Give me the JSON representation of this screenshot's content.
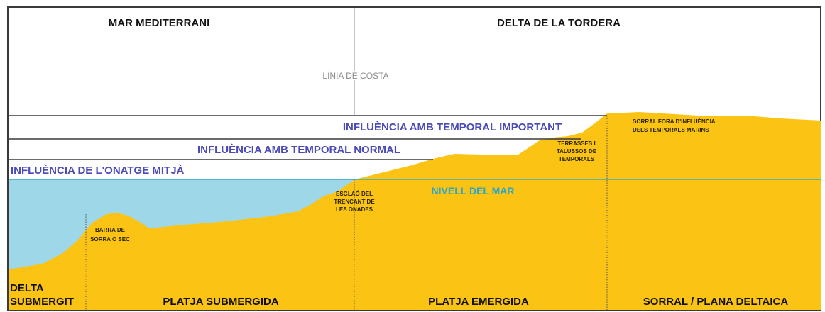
{
  "header": {
    "sea": "MAR MEDITERRANI",
    "delta": "DELTA DE LA TORDERA",
    "coastline": "LÍNIA DE COSTA"
  },
  "influence_levels": {
    "important_storm": "INFLUÈNCIA AMB TEMPORAL IMPORTANT",
    "normal_storm": "INFLUÈNCIA AMB TEMPORAL NORMAL",
    "average_wave": "INFLUÈNCIA DE L'ONATGE MITJÀ"
  },
  "sea_level": "NIVELL DEL MAR",
  "features": {
    "sandbar": [
      "BARRA DE",
      "SORRA O SEC"
    ],
    "break_step": [
      "ESGLAÓ DEL",
      "TRENCANT DE",
      "LES ONADES"
    ],
    "storm_terraces": [
      "TERRASSES I",
      "TALUSSOS DE",
      "TEMPORALS"
    ],
    "out_of_influence": [
      "SORRAL FORA D'INFLUÈNCIA",
      "DELS TEMPORALS MARINS"
    ]
  },
  "zones": {
    "submerged_delta": [
      "DELTA",
      "SUBMERGIT"
    ],
    "submerged_beach": "PLATJA SUBMERGIDA",
    "emerged_beach": "PLATJA EMERGIDA",
    "deltaic_plain": "SORRAL / PLANA DELTAICA"
  },
  "colors": {
    "sand": "#fbc414",
    "sea": "#9ed8e8",
    "sea_line": "#3aaac8",
    "influence_text": "#4a4ab8",
    "sea_text": "#2aa6c7",
    "frame": "#3a3a3a"
  }
}
